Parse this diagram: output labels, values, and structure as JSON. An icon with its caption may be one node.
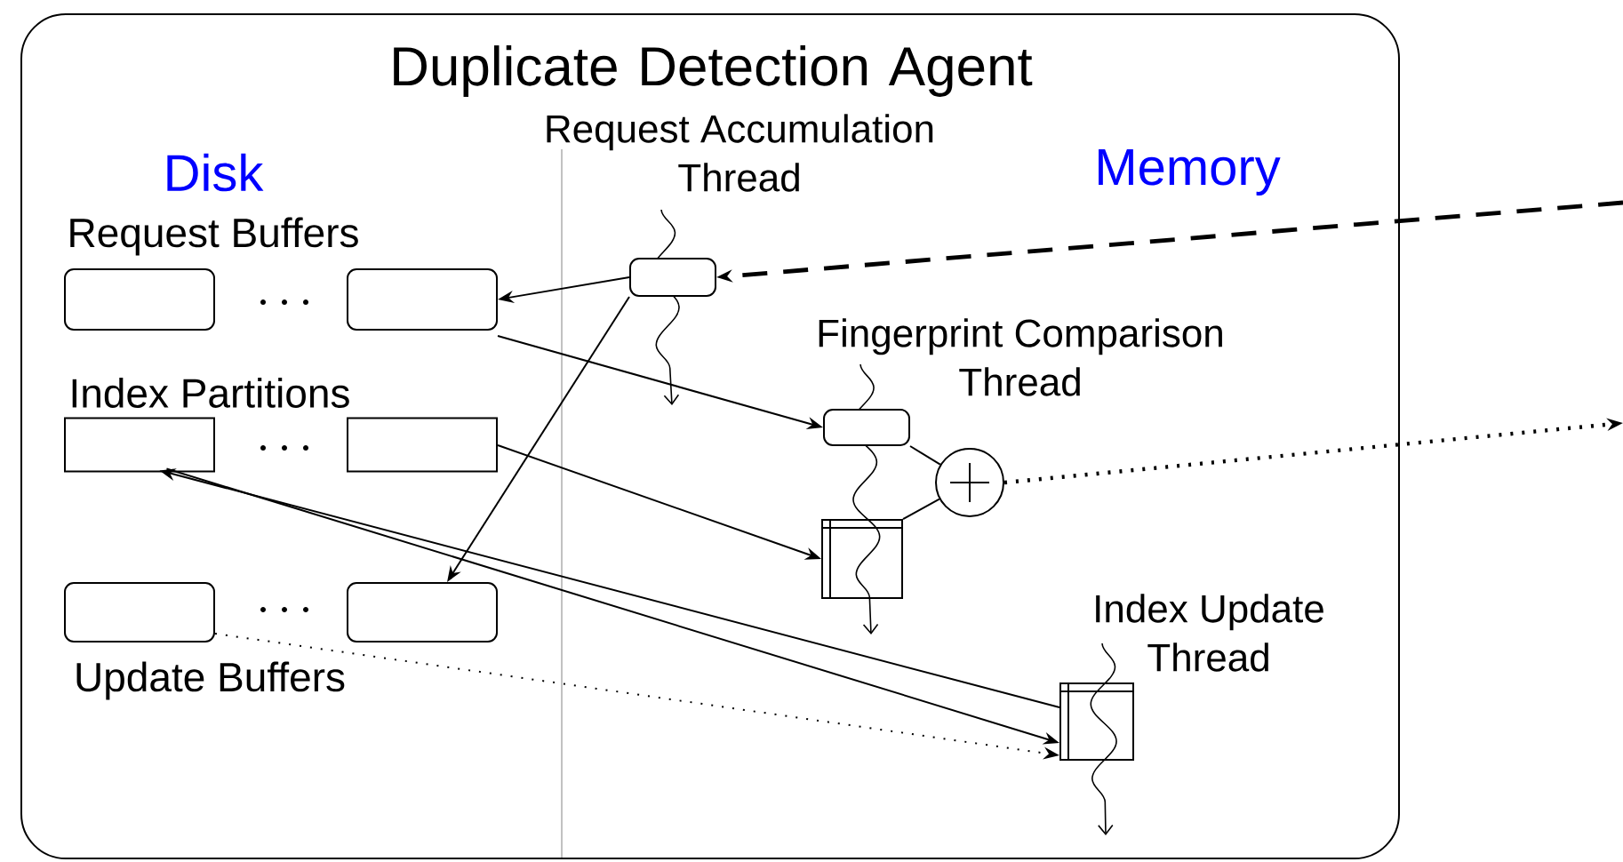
{
  "diagram": {
    "nodes": [
      {
        "text": [
          "Duplicate Detection Agent"
        ]
      },
      {
        "text": [],
        "shape": "box",
        "in": 0
      },
      {
        "text": [],
        "shape": "box",
        "in": 0
      },
      {
        "text": [],
        "shape": "cylinder",
        "in": 0
      },
      {
        "text": [],
        "shape": "cylinder",
        "in": 0
      },
      {
        "text": [],
        "shape": "box",
        "in": 0
      },
      {
        "text": [],
        "shape": "box",
        "in": 0
      },
      {
        "text": [
          "Request Accumulation Thread"
        ],
        "in": 0
      },
      {
        "text": [
          "Fingerprint Comparison Thread"
        ],
        "in": 0
      },
      {
        "text": [],
        "shape": "circle",
        "in": 0
      },
      {
        "text": [],
        "shape": "box",
        "in": 0
      },
      {
        "text": [
          "Index Update Thread"
        ],
        "in": 0
      }
    ],
    "edges": [
      {
        "from": null,
        "to": 7,
        "arrow": "to",
        "style": "dashed"
      },
      {
        "from": 7,
        "to": 2,
        "arrow": "to"
      },
      {
        "from": 2,
        "to": 8,
        "arrow": "to"
      },
      {
        "from": 7,
        "to": 6,
        "arrow": "to"
      },
      {
        "from": 4,
        "to": 10,
        "arrow": "to"
      },
      {
        "from": 8,
        "to": 9,
        "arrow": "none"
      },
      {
        "from": 10,
        "to": 9,
        "arrow": "none"
      },
      {
        "from": 9,
        "to": null,
        "arrow": "to",
        "style": "dashed"
      },
      {
        "from": 5,
        "to": 11,
        "arrow": "to",
        "style": "dashed"
      },
      {
        "from": 3,
        "to": 11,
        "arrow": "to"
      },
      {
        "from": 11,
        "to": 3,
        "arrow": "to"
      }
    ],
    "labels": [
      "Disk",
      "Memory",
      "Request Buffers",
      "Index Partitions",
      "Update Buffers"
    ]
  }
}
